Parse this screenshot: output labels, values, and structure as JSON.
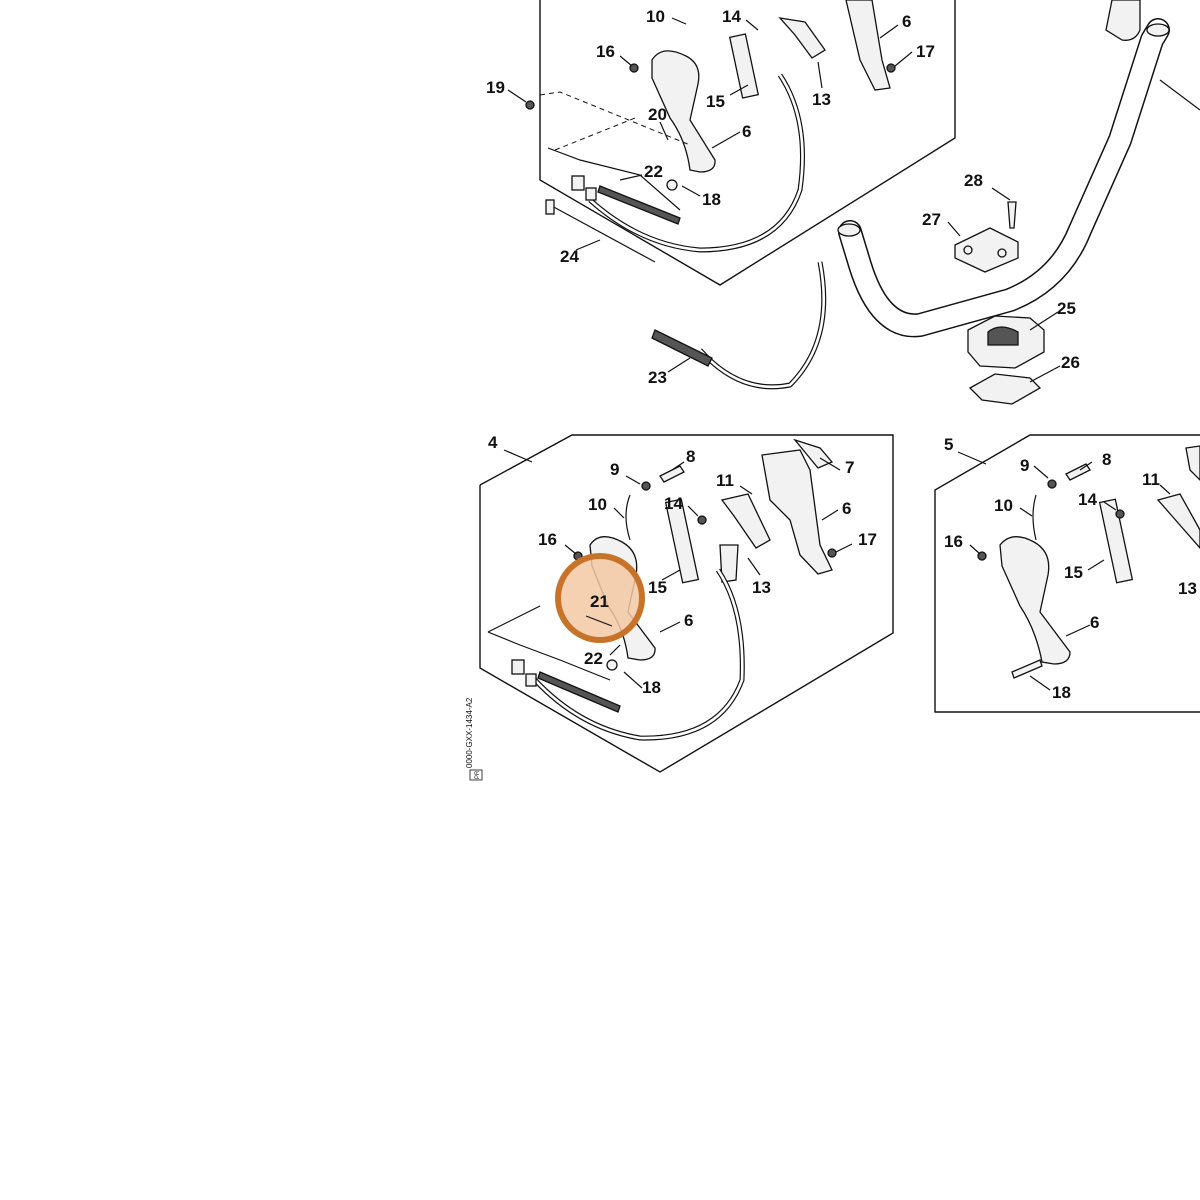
{
  "diagram": {
    "labels": {
      "top": [
        "10",
        "14",
        "6",
        "16",
        "17",
        "19",
        "15",
        "13",
        "20",
        "6",
        "22",
        "18",
        "24"
      ],
      "middle": [
        "28",
        "27",
        "25",
        "26",
        "23"
      ],
      "assembly4": [
        "4",
        "9",
        "8",
        "7",
        "10",
        "14",
        "11",
        "6",
        "16",
        "17",
        "21",
        "15",
        "13",
        "6",
        "22",
        "18"
      ],
      "assembly5": [
        "5",
        "9",
        "8",
        "11",
        "10",
        "14",
        "16",
        "15",
        "13",
        "6",
        "18"
      ]
    },
    "highlight": {
      "label": "21",
      "color": "#c8732a",
      "fill": "#f3c9a4"
    },
    "side_code": "0000-GXX-1434-A2",
    "side_code_box": "PR"
  }
}
